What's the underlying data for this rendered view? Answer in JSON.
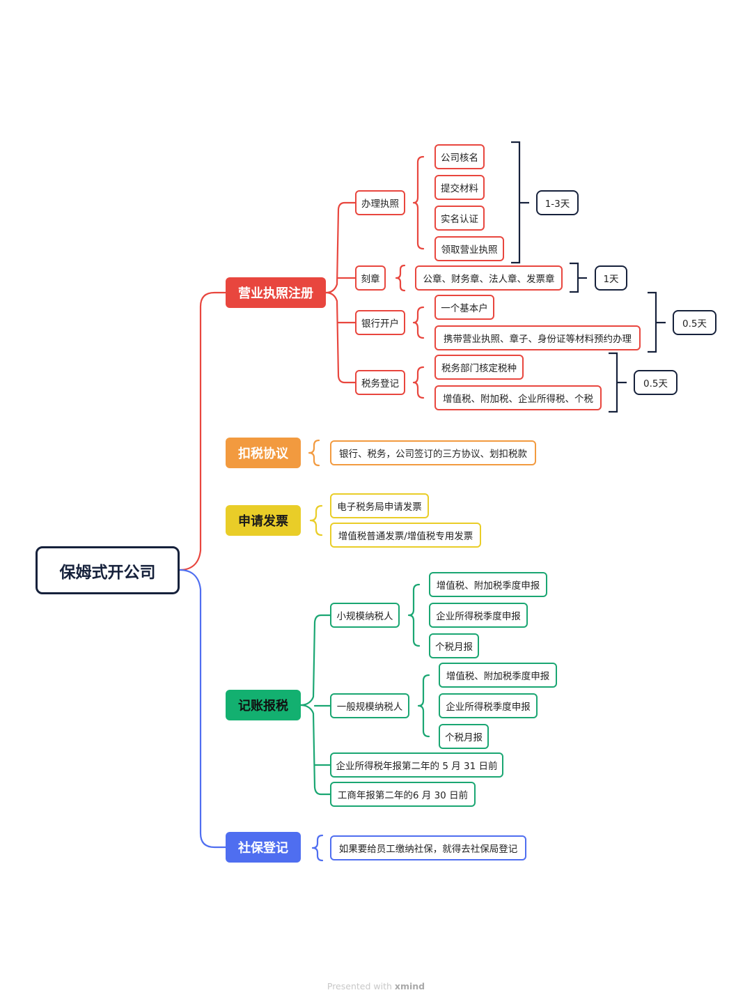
{
  "root": "保姆式开公司",
  "colors": {
    "red": "#e8463e",
    "orange": "#f29a3f",
    "yellow": "#e9cd28",
    "green": "#1aa672",
    "blue": "#4f6ef0",
    "dark": "#16213b"
  },
  "branches": {
    "license": {
      "label": "营业执照注册",
      "sub": {
        "handle": {
          "label": "办理执照",
          "items": [
            "公司核名",
            "提交材料",
            "实名认证",
            "领取营业执照"
          ],
          "duration": "1-3天"
        },
        "seal": {
          "label": "刻章",
          "items": [
            "公章、财务章、法人章、发票章"
          ],
          "duration": "1天"
        },
        "bank": {
          "label": "银行开户",
          "items": [
            "一个基本户",
            "携带营业执照、章子、身份证等材料预约办理"
          ],
          "duration": "0.5天"
        },
        "tax": {
          "label": "税务登记",
          "items": [
            "税务部门核定税种",
            "增值税、附加税、企业所得税、个税"
          ],
          "duration": "0.5天"
        }
      }
    },
    "withhold": {
      "label": "扣税协议",
      "items": [
        "银行、税务，公司签订的三方协议、划扣税款"
      ]
    },
    "invoice": {
      "label": "申请发票",
      "items": [
        "电子税务局申请发票",
        "增值税普通发票/增值税专用发票"
      ]
    },
    "bookkeeping": {
      "label": "记账报税",
      "small": {
        "label": "小规模纳税人",
        "items": [
          "增值税、附加税季度申报",
          "企业所得税季度申报",
          "个税月报"
        ]
      },
      "general": {
        "label": "一般规模纳税人",
        "items": [
          "增值税、附加税季度申报",
          "企业所得税季度申报",
          "个税月报"
        ]
      },
      "extra": [
        "企业所得税年报第二年的 5 月 31 日前",
        "工商年报第二年的6 月 30 日前"
      ]
    },
    "social": {
      "label": "社保登记",
      "items": [
        "如果要给员工缴纳社保，就得去社保局登记"
      ]
    }
  },
  "footer": {
    "prefix": "Presented with",
    "brand": "xmind"
  }
}
